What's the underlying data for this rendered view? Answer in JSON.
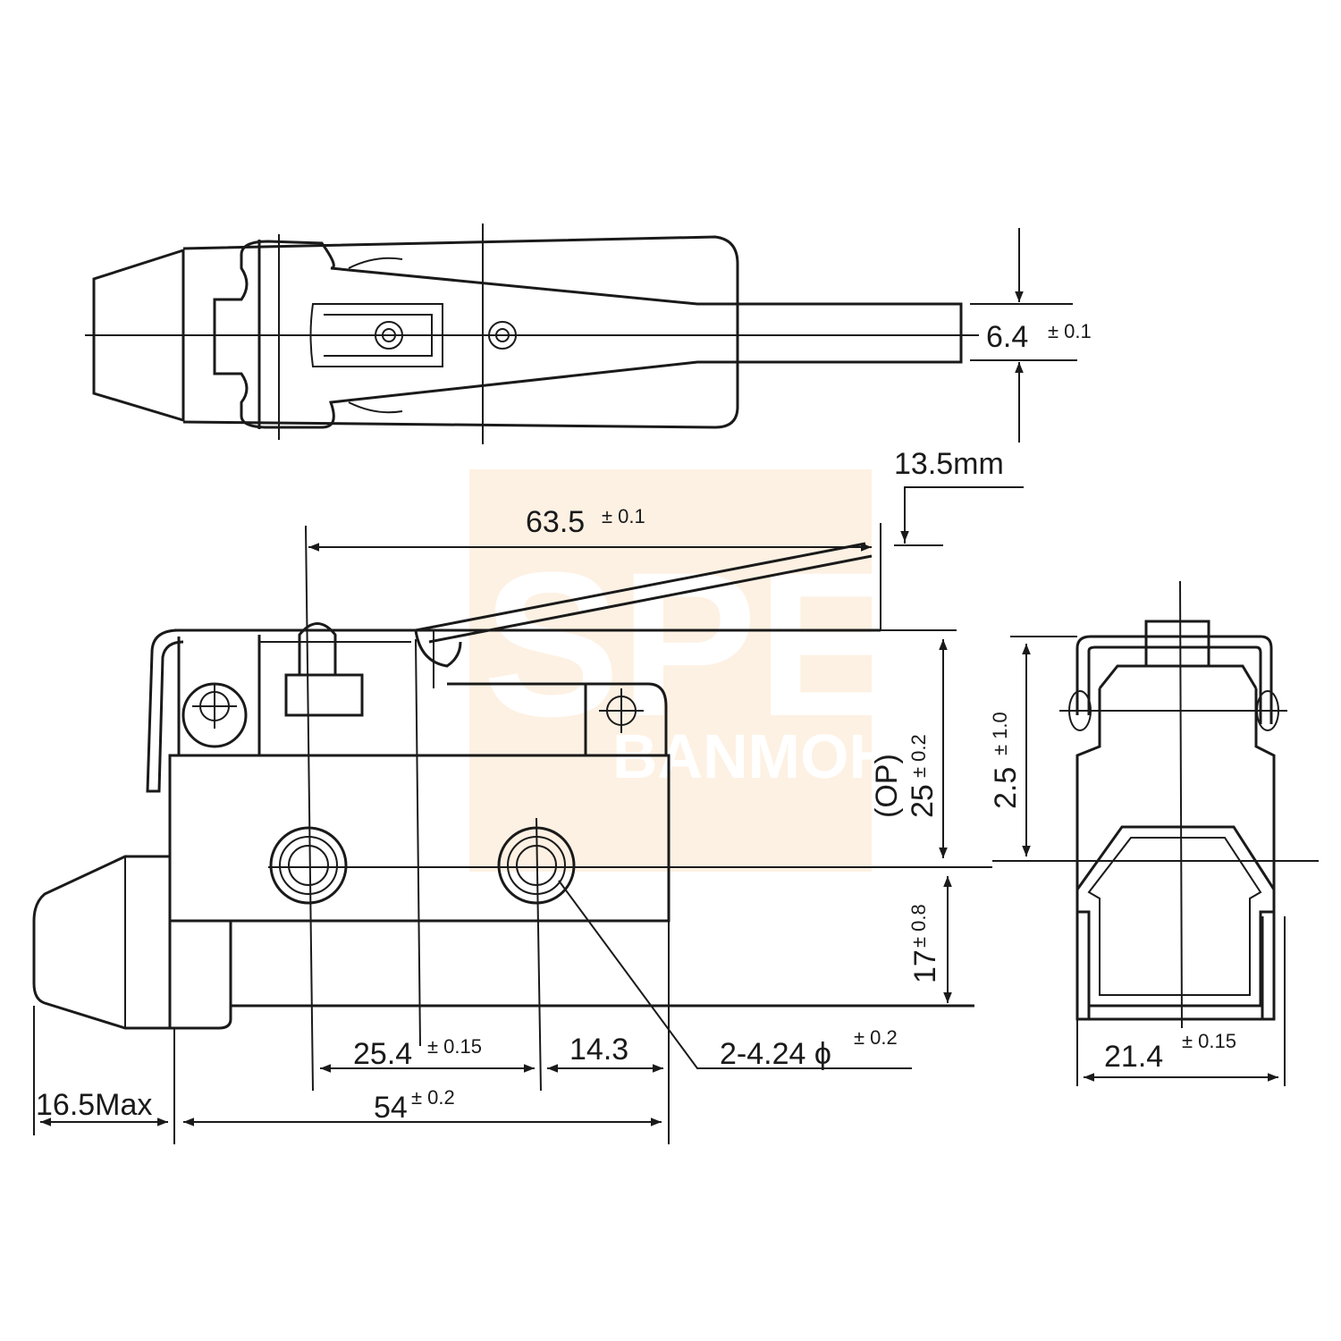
{
  "watermark": {
    "brand": "SPE",
    "sub": "BANMOH",
    "bg_color": "#fdf1e3"
  },
  "top_view": {
    "width_dim": {
      "value": "6.4",
      "tol": "± 0.1"
    }
  },
  "side_view": {
    "overtravel": "13.5mm",
    "lever_length": {
      "value": "63.5",
      "tol": "± 0.1"
    },
    "op_height": {
      "label": "(OP)",
      "value": "25",
      "tol": "± 0.2"
    },
    "lower_height": {
      "value": "17",
      "tol": "± 0.8"
    },
    "hole_spacing": {
      "value": "25.4",
      "tol": "± 0.15"
    },
    "hole_edge": {
      "value": "14.3"
    },
    "holes": {
      "value": "2-4.24 ϕ",
      "tol": "± 0.2"
    },
    "body_length": {
      "value": "54",
      "tol": "± 0.2"
    },
    "cap_length": {
      "value": "16.5Max"
    }
  },
  "front_view": {
    "travel": {
      "value": "2.5",
      "tol": "± 1.0"
    },
    "width": {
      "value": "21.4",
      "tol": "± 0.15"
    }
  }
}
